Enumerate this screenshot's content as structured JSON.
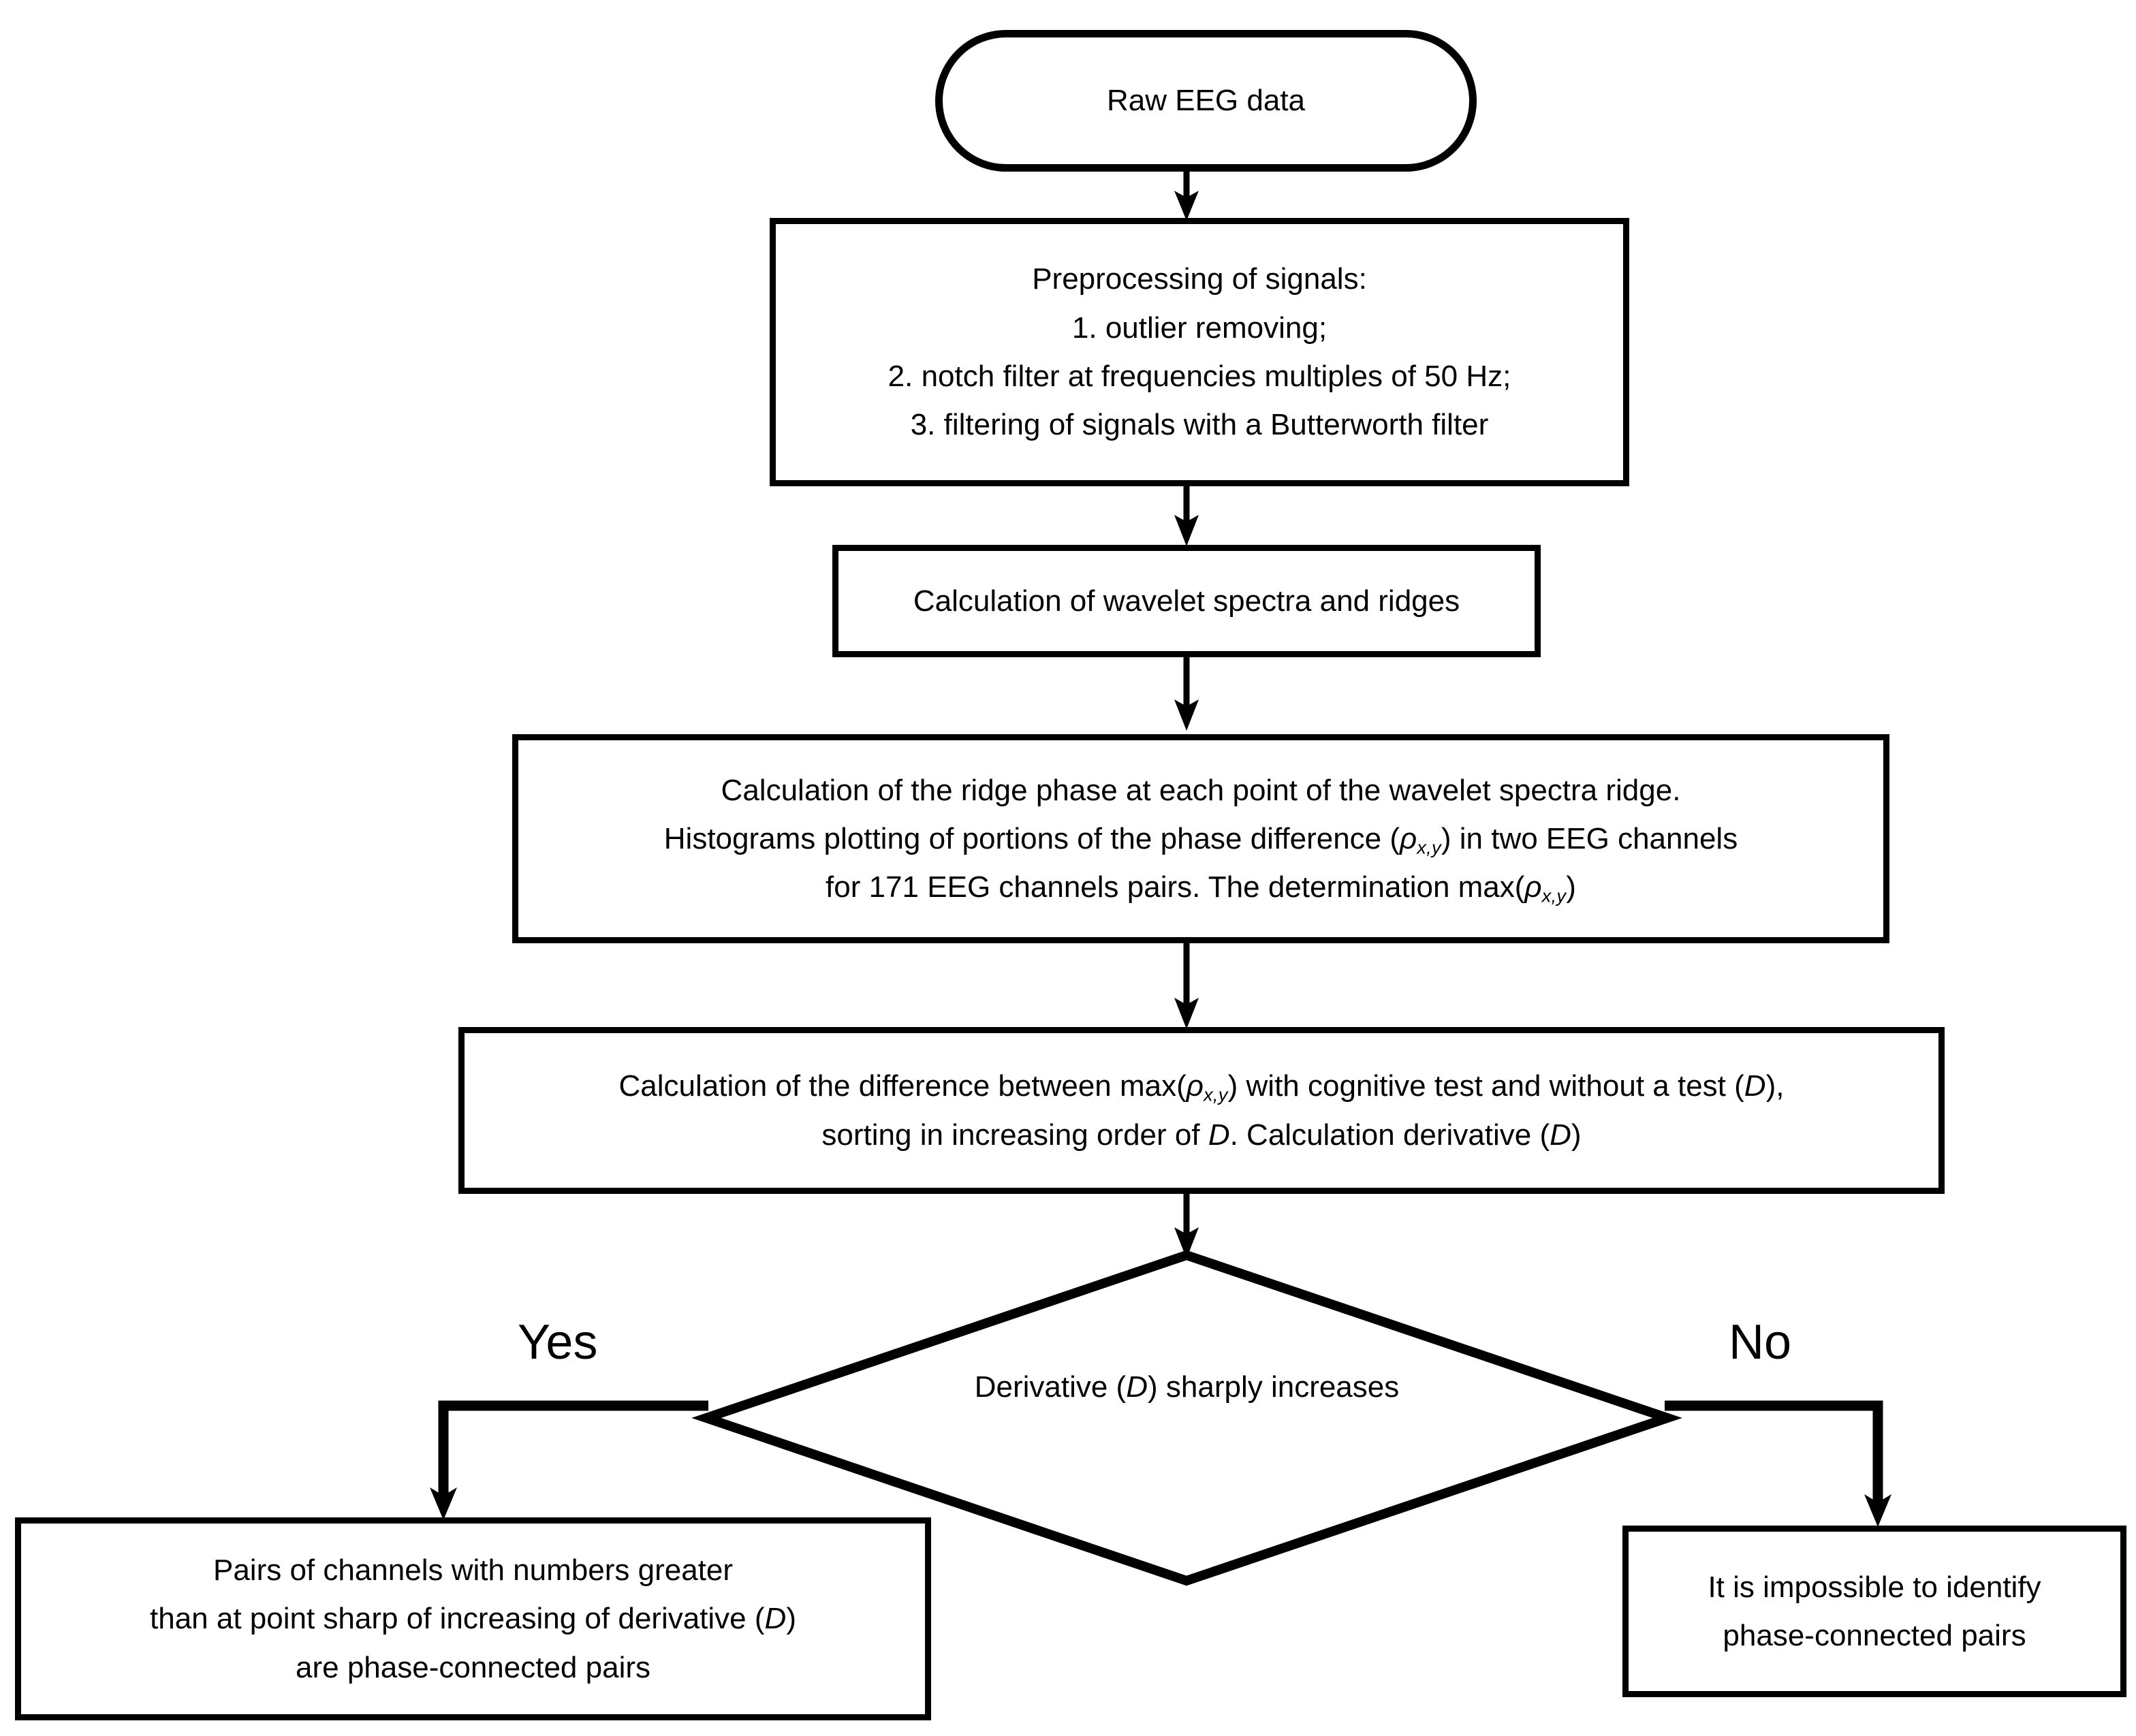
{
  "diagram": {
    "title": "EEG phase-connectivity analysis flowchart",
    "stroke_color": "#000000",
    "fill_color": "#ffffff",
    "nodes": {
      "raw_data": {
        "shape": "terminator",
        "label": "Raw EEG data"
      },
      "preprocessing": {
        "shape": "process",
        "lines": [
          "Preprocessing of signals:",
          "1. outlier removing;",
          "2. notch filter at frequencies multiples of 50 Hz;",
          "3. filtering of signals with a Butterworth filter"
        ]
      },
      "wavelet": {
        "shape": "process",
        "lines": [
          "Calculation of wavelet spectra and ridges"
        ]
      },
      "ridge_phase": {
        "shape": "process",
        "lines": [
          "Calculation of the ridge phase at each point of the wavelet spectra ridge.",
          "Histograms plotting of portions of the phase difference (ρx,y) in two EEG channels",
          "for 171 EEG channels pairs. The determination max(ρx,y)"
        ]
      },
      "difference": {
        "shape": "process",
        "lines": [
          "Calculation of the difference between max(ρx,y) with cognitive test and without a test (D),",
          "sorting in increasing order of D. Calculation derivative (D)"
        ]
      },
      "decision": {
        "shape": "diamond",
        "label": "Derivative (D) sharply increases"
      },
      "result_yes": {
        "shape": "process",
        "lines": [
          "Pairs of channels with numbers greater",
          "than at point sharp of increasing of derivative (D)",
          "are phase-connected pairs"
        ]
      },
      "result_no": {
        "shape": "process",
        "lines": [
          "It is impossible to identify",
          "phase-connected pairs"
        ]
      }
    },
    "edge_labels": {
      "yes": "Yes",
      "no": "No"
    }
  }
}
